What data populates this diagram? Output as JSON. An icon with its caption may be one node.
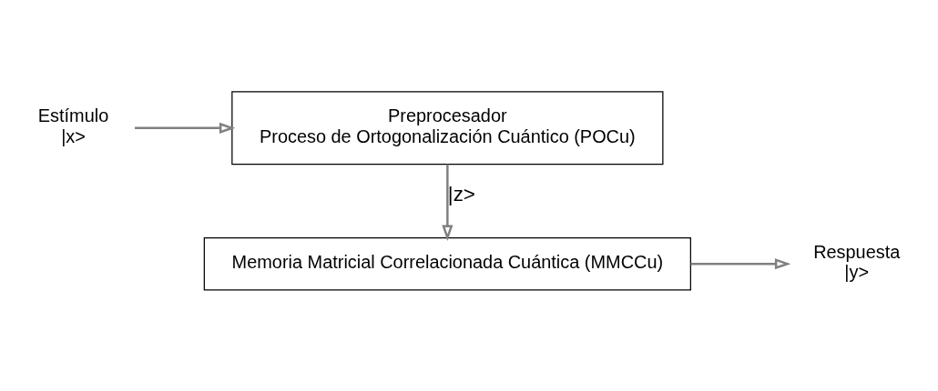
{
  "diagram": {
    "nodes": [
      {
        "text": [
          "Estímulo",
          "|x>"
        ]
      },
      {
        "text": [
          "Preprocesador",
          "Proceso de Ortogonalización Cuántico (POCu)"
        ]
      },
      {
        "text": [
          "Memoria Matricial Correlacionada Cuántica (MMCCu)"
        ]
      },
      {
        "text": [
          "Respuesta",
          "|y>"
        ]
      }
    ],
    "edges": [
      {
        "from": 0,
        "to": 1,
        "arrow": "to"
      },
      {
        "from": 1,
        "to": 2,
        "arrow": "to",
        "label": "|z>"
      },
      {
        "from": 2,
        "to": 3,
        "arrow": "to"
      }
    ]
  }
}
